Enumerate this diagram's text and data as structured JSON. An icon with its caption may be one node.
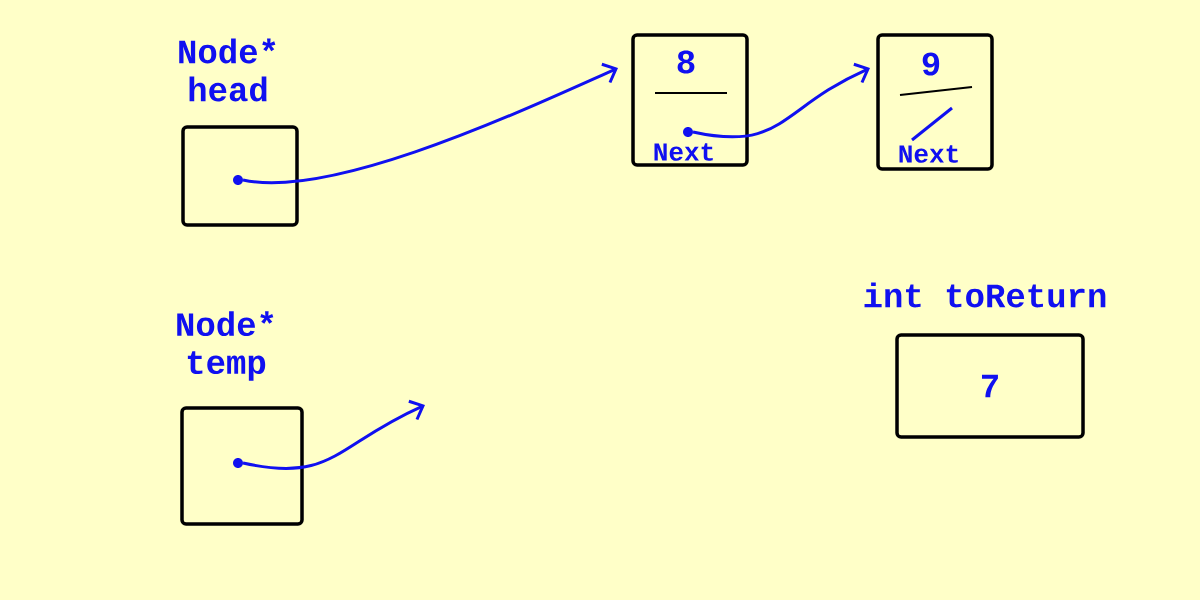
{
  "diagram": {
    "nodes": [
      {
        "text": [
          "Node* head"
        ]
      },
      {
        "text": [
          "8",
          "Next"
        ]
      },
      {
        "text": [
          "9",
          "Next"
        ]
      },
      {
        "text": [
          "Node* temp"
        ]
      },
      {
        "text": [
          "int toReturn",
          "7"
        ]
      }
    ],
    "edges": [
      {
        "from": 0,
        "to": 1,
        "arrow": "to"
      },
      {
        "from": 1,
        "to": 2,
        "arrow": "to"
      },
      {
        "from": 3,
        "to": null,
        "arrow": "to"
      }
    ]
  }
}
